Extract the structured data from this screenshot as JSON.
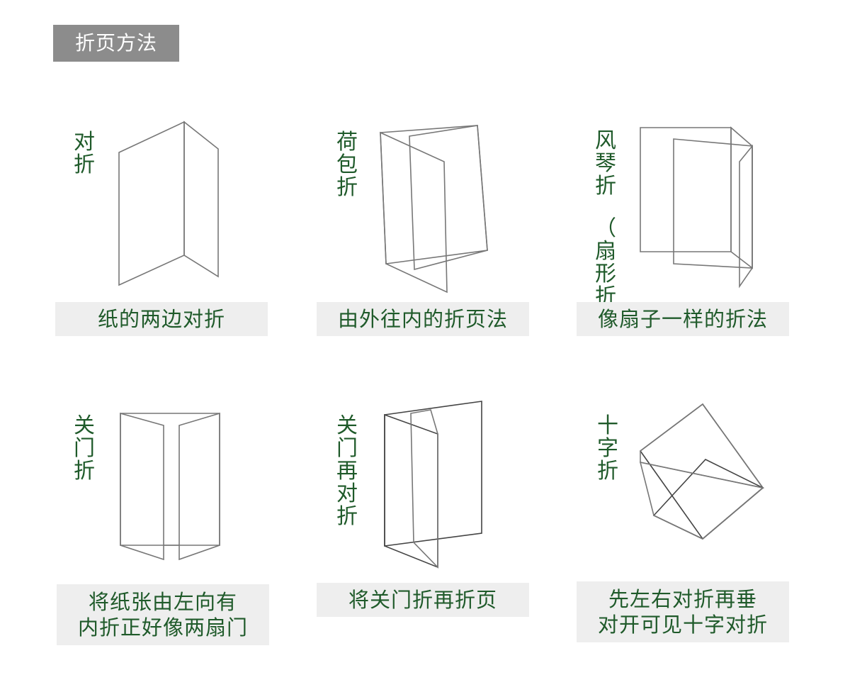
{
  "header": {
    "title": "折页方法"
  },
  "methods": [
    {
      "name": [
        "对",
        "折"
      ],
      "description": [
        "纸的两边对折"
      ],
      "icon": "bifold-diagram"
    },
    {
      "name": [
        "荷",
        "包",
        "折"
      ],
      "description": [
        "由外往内的折页法"
      ],
      "icon": "roll-fold-diagram"
    },
    {
      "name": [
        "风",
        "琴",
        "折",
        "",
        "（",
        "扇",
        "形",
        "折",
        "）"
      ],
      "description": [
        "像扇子一样的折法"
      ],
      "icon": "accordion-fold-diagram"
    },
    {
      "name": [
        "关",
        "门",
        "折"
      ],
      "description": [
        "将纸张由左向有",
        "内折正好像两扇门"
      ],
      "icon": "gate-fold-diagram"
    },
    {
      "name": [
        "关",
        "门",
        "再",
        "对",
        "折"
      ],
      "description": [
        "将关门折再折页"
      ],
      "icon": "double-gate-fold-diagram"
    },
    {
      "name": [
        "十",
        "字",
        "折"
      ],
      "description": [
        "先左右对折再垂",
        "对开可见十字对折"
      ],
      "icon": "cross-fold-diagram"
    }
  ]
}
